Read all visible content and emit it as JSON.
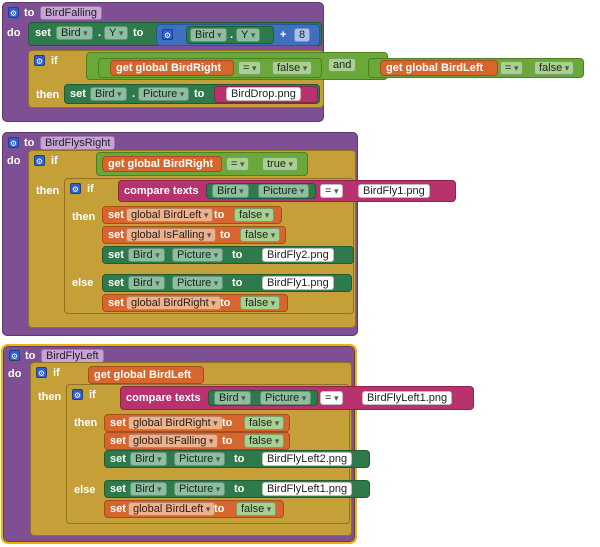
{
  "blocks": {
    "falling": {
      "to": "to",
      "name": "BirdFalling",
      "do": "do",
      "set_kw": "set",
      "bird": "Bird",
      "dot": ".",
      "y": "Y",
      "to_kw": "to",
      "plus": "+",
      "eight": "8",
      "if_kw": "if",
      "get_kw": "get global BirdRight",
      "eq": "=",
      "false1": "false",
      "and": "and",
      "get_kw2": "get global BirdLeft",
      "eq2": "=",
      "false2": "false",
      "then": "then",
      "picture": "Picture",
      "str": "BirdDrop.png"
    },
    "right": {
      "to": "to",
      "name": "BirdFlysRight",
      "do": "do",
      "if_kw": "if",
      "get": "get global BirdRight",
      "eq": "=",
      "true": "true",
      "then": "then",
      "if2": "if",
      "compare": "compare texts",
      "bird": "Bird",
      "picture": "Picture",
      "eq2": "=",
      "str1": "BirdFly1.png",
      "then2": "then",
      "set1": "set",
      "g_left": "global BirdLeft",
      "to1": "to",
      "f1": "false",
      "set2": "set",
      "g_fall": "global IsFalling",
      "to2": "to",
      "f2": "false",
      "set3": "set",
      "to3": "to",
      "str2": "BirdFly2.png",
      "else": "else",
      "set4": "set",
      "to4": "to",
      "str3": "BirdFly1.png",
      "set5": "set",
      "g_right": "global BirdRight",
      "to5": "to",
      "f3": "false"
    },
    "left": {
      "to": "to",
      "name": "BirdFlyLeft",
      "do": "do",
      "if_kw": "if",
      "get": "get global BirdLeft",
      "then": "then",
      "if2": "if",
      "compare": "compare texts",
      "bird": "Bird",
      "picture": "Picture",
      "eq": "=",
      "str1": "BirdFlyLeft1.png",
      "then2": "then",
      "set1": "set",
      "g_right": "global BirdRight",
      "to1": "to",
      "f1": "false",
      "set2": "set",
      "g_fall": "global IsFalling",
      "to2": "to",
      "f2": "false",
      "set3": "set",
      "to3": "to",
      "str2": "BirdFlyLeft2.png",
      "else": "else",
      "set4": "set",
      "to4": "to",
      "str3": "BirdFlyLeft1.png",
      "set5": "set",
      "g_left": "global BirdLeft",
      "to5": "to",
      "f3": "false"
    }
  },
  "colors": {
    "procedure": "#7f4f93",
    "control": "#c59f37",
    "math": "#3f70c0",
    "logic": "#6aa83a",
    "component": "#2f7a4b",
    "variable": "#d7662e",
    "text": "#b8326d",
    "selection": "#f0b400"
  },
  "icons": [
    "gear-icon",
    "dropdown-arrow-icon"
  ]
}
